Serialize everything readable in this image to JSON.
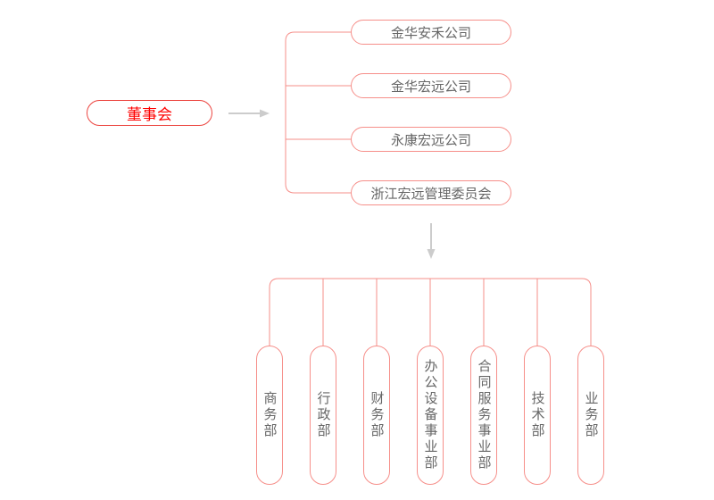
{
  "org": {
    "root": {
      "label": "董事会"
    },
    "subsidiaries": [
      {
        "label": "金华安禾公司"
      },
      {
        "label": "金华宏远公司"
      },
      {
        "label": "永康宏远公司"
      },
      {
        "label": "浙江宏远管理委员会"
      }
    ],
    "departments": [
      {
        "label": "商务部"
      },
      {
        "label": "行政部"
      },
      {
        "label": "财务部"
      },
      {
        "label": "办公设备事业部"
      },
      {
        "label": "合同服务事业部"
      },
      {
        "label": "技术部"
      },
      {
        "label": "业务部"
      }
    ]
  },
  "icons": {
    "right_arrow": "right-arrow-icon",
    "down_arrow": "down-arrow-icon"
  },
  "colors": {
    "root_text": "#fe0000",
    "root_border": "#ec4641",
    "node_border": "#f68f8a",
    "node_text": "#666666",
    "connector": "#f68f8a",
    "arrow": "#cccccc",
    "bg": "#ffffff"
  }
}
